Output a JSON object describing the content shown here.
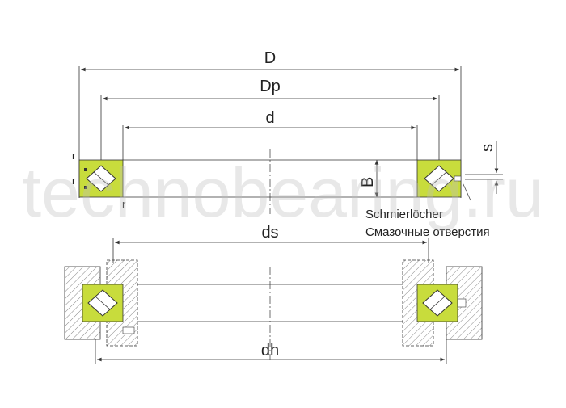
{
  "labels": {
    "outer_diameter": "D",
    "pitch_diameter": "Dp",
    "inner_diameter": "d",
    "width": "B",
    "offset": "s",
    "radius_top": "r",
    "radius_bottom": "r",
    "radius_inner": "r",
    "shaft_diameter": "ds",
    "housing_diameter": "dh"
  },
  "notes": {
    "lubrication_de": "Schmierlöcher",
    "lubrication_ru": "Смазочные отверстия"
  },
  "watermark": "technobearing.ru",
  "colors": {
    "ring": "#c8dc3c",
    "roller_fill": "#ffffff",
    "line": "#333333",
    "hatch": "#999999",
    "housing": "#e8f0e4"
  }
}
